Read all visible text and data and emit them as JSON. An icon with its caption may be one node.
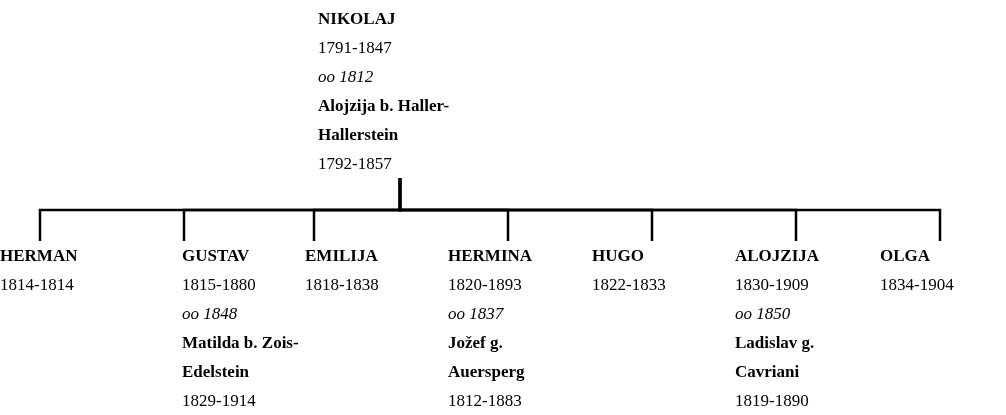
{
  "diagram": {
    "nodes": [
      {
        "text": [
          "NIKOLAJ",
          "1791-1847",
          "oo 1812",
          "Alojzija b. Haller-Hallerstein",
          "1792-1857"
        ]
      },
      {
        "text": [
          "HERMAN",
          "1814-1814"
        ]
      },
      {
        "text": [
          "GUSTAV",
          "1815-1880",
          "oo 1848",
          "Matilda b. Zois-Edelstein",
          "1829-1914"
        ]
      },
      {
        "text": [
          "EMILIJA",
          "1818-1838"
        ]
      },
      {
        "text": [
          "HERMINA",
          "1820-1893",
          "oo 1837",
          "Jožef g. Auersperg",
          "1812-1883"
        ]
      },
      {
        "text": [
          "HUGO",
          "1822-1833"
        ]
      },
      {
        "text": [
          "ALOJZIJA",
          "1830-1909",
          "oo 1850",
          "Ladislav g. Cavriani",
          "1819-1890"
        ]
      },
      {
        "text": [
          "OLGA",
          "1834-1904"
        ]
      }
    ],
    "edges": [
      {
        "from": 0,
        "to": 1,
        "arrow": "none"
      },
      {
        "from": 0,
        "to": 2,
        "arrow": "none"
      },
      {
        "from": 0,
        "to": 3,
        "arrow": "none"
      },
      {
        "from": 0,
        "to": 4,
        "arrow": "none"
      },
      {
        "from": 0,
        "to": 5,
        "arrow": "none"
      },
      {
        "from": 0,
        "to": 6,
        "arrow": "none"
      },
      {
        "from": 0,
        "to": 7,
        "arrow": "none"
      }
    ]
  }
}
